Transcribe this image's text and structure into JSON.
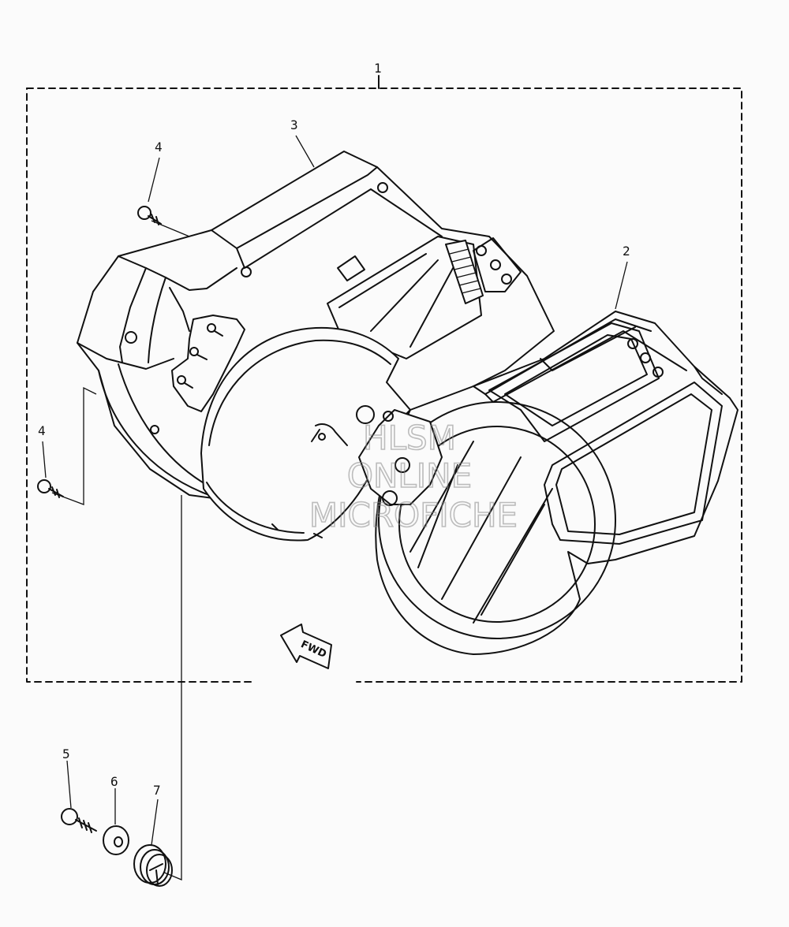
{
  "diagram": {
    "callouts": {
      "c1": "1",
      "c2": "2",
      "c3": "3",
      "c4a": "4",
      "c4b": "4",
      "c5": "5",
      "c6": "6",
      "c7": "7"
    },
    "fwd_label": "FWD",
    "watermark": {
      "line1": "HLSM",
      "line2": "ONLINE",
      "line3": "MICROFICHE"
    }
  }
}
